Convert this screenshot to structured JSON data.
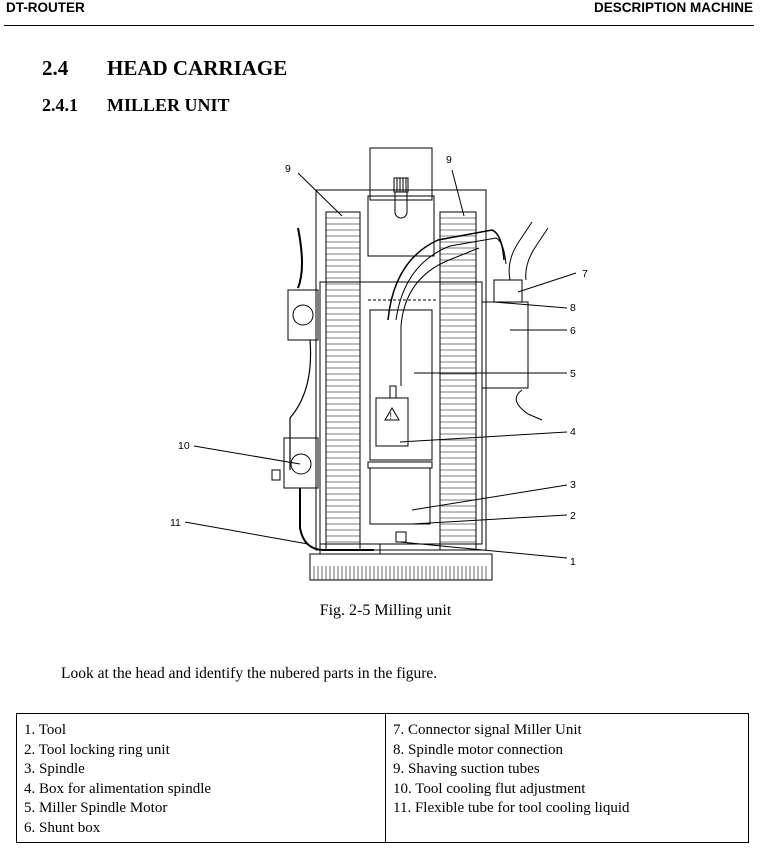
{
  "header": {
    "left": "DT-ROUTER",
    "right": "DESCRIPTION MACHINE"
  },
  "section": {
    "number": "2.4",
    "title": "HEAD CARRIAGE"
  },
  "subsection": {
    "number": "2.4.1",
    "title": "MILLER UNIT"
  },
  "figure": {
    "caption": "Fig. 2-5  Milling unit",
    "callouts": [
      "1",
      "2",
      "3",
      "4",
      "5",
      "6",
      "7",
      "8",
      "9",
      "9",
      "10",
      "11"
    ]
  },
  "intro": "Look at the head and identify the nubered parts in the figure.",
  "parts_left": [
    "1. Tool",
    "2. Tool locking ring unit",
    "3. Spindle",
    "4. Box for alimentation spindle",
    "5. Miller Spindle Motor",
    "6. Shunt box"
  ],
  "parts_right": [
    "7. Connector signal Miller Unit",
    "8. Spindle motor connection",
    "9. Shaving suction tubes",
    "10. Tool cooling flut adjustment",
    "11. Flexible tube for tool cooling liquid"
  ]
}
